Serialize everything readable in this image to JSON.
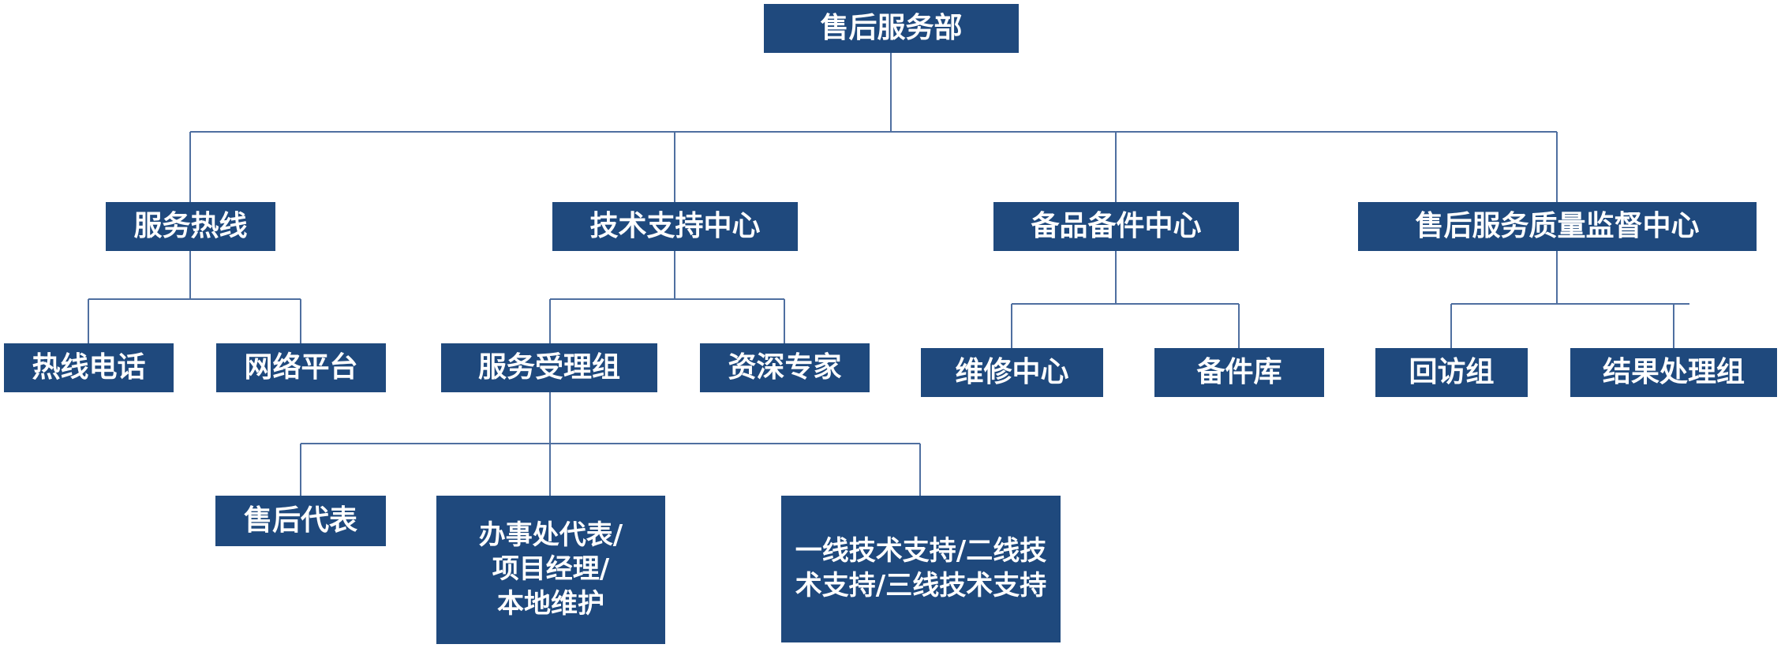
{
  "org": {
    "root": "售后服务部",
    "level1": {
      "hotline": "服务热线",
      "tech_support": "技术支持中心",
      "spare_parts": "备品备件中心",
      "quality": "售后服务质量监督中心"
    },
    "level2": {
      "hotline_phone": "热线电话",
      "network_platform": "网络平台",
      "service_acceptance": "服务受理组",
      "senior_experts": "资深专家",
      "repair_center": "维修中心",
      "spare_warehouse": "备件库",
      "revisit_group": "回访组",
      "result_handling": "结果处理组"
    },
    "level3": {
      "aftersales_rep": "售后代表",
      "office_rep": "办事处代表/\n项目经理/\n本地维护",
      "tiered_support": "一线技术支持/二线技\n术支持/三线技术支持"
    }
  },
  "colors": {
    "box": "#1f497d",
    "line": "#4f6fa0",
    "text": "#ffffff"
  }
}
